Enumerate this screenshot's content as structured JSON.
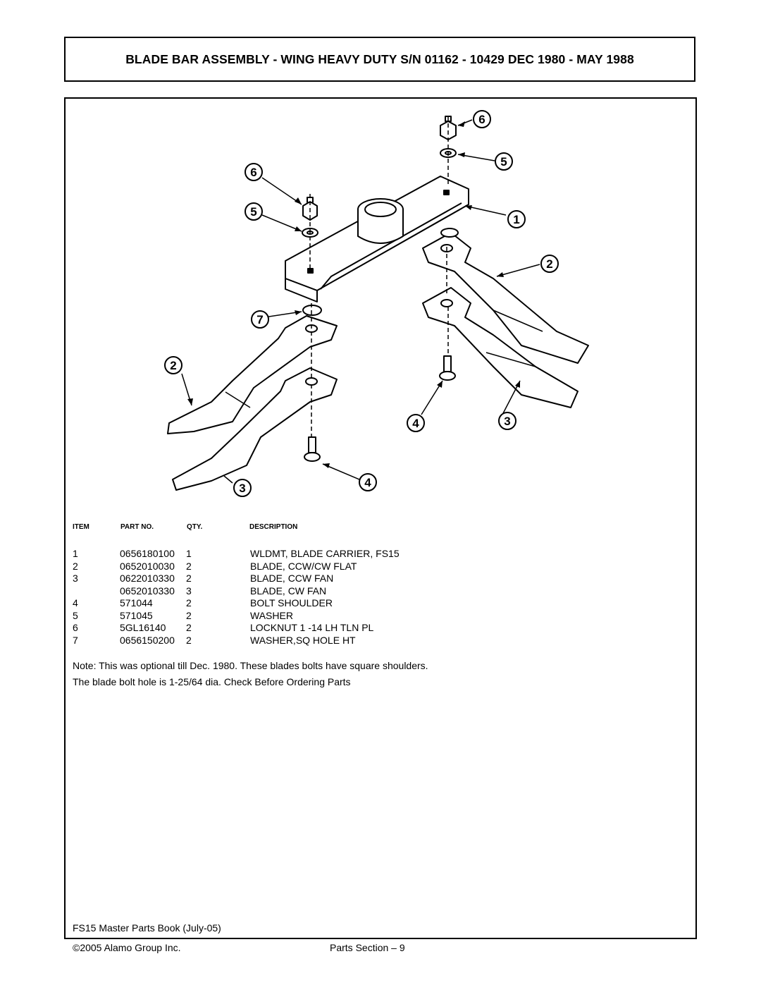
{
  "page": {
    "title": "BLADE BAR ASSEMBLY - WING HEAVY DUTY S/N 01162 - 10429 DEC 1980 - MAY 1988"
  },
  "diagram": {
    "callouts": [
      "6",
      "5",
      "6",
      "5",
      "1",
      "2",
      "7",
      "2",
      "4",
      "3",
      "4",
      "3"
    ]
  },
  "parts_table": {
    "headers": {
      "item": "ITEM",
      "part_no": "PART NO.",
      "qty": "QTY.",
      "description": "DESCRIPTION"
    },
    "rows": [
      {
        "item": "1",
        "part_no": "0656180100",
        "qty": "1",
        "description": "WLDMT, BLADE CARRIER, FS15"
      },
      {
        "item": "2",
        "part_no": "0652010030",
        "qty": "2",
        "description": "BLADE, CCW/CW FLAT"
      },
      {
        "item": "3",
        "part_no": "0622010330",
        "qty": "2",
        "description": "BLADE, CCW FAN"
      },
      {
        "item": "",
        "part_no": "0652010330",
        "qty": "3",
        "description": "BLADE, CW FAN"
      },
      {
        "item": "4",
        "part_no": "571044",
        "qty": "2",
        "description": "BOLT SHOULDER"
      },
      {
        "item": "5",
        "part_no": "571045",
        "qty": "2",
        "description": "WASHER"
      },
      {
        "item": "6",
        "part_no": "5GL16140",
        "qty": "2",
        "description": "LOCKNUT 1 -14 LH TLN PL"
      },
      {
        "item": "7",
        "part_no": "0656150200",
        "qty": "2",
        "description": "WASHER,SQ HOLE HT"
      }
    ]
  },
  "notes": {
    "line1": "Note: This was optional till Dec. 1980. These blades bolts have square shoulders.",
    "line2": "The blade bolt hole is 1-25/64 dia. Check Before Ordering Parts"
  },
  "footer": {
    "book": "FS15 Master Parts Book (July-05)",
    "copyright": "©2005 Alamo Group Inc.",
    "section": "Parts Section – 9"
  }
}
